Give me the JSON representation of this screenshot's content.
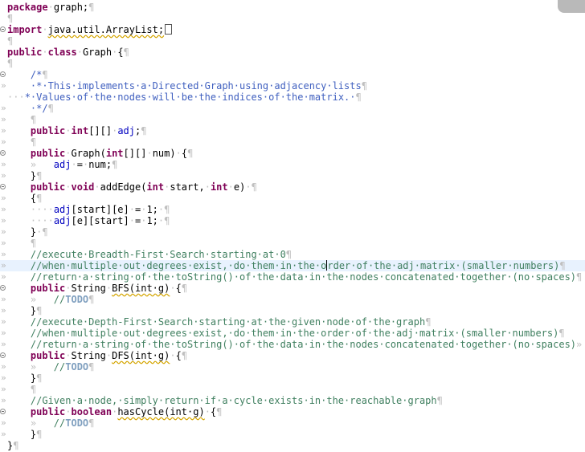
{
  "editor": {
    "lines": [
      {
        "fold": false,
        "mark": "",
        "segs": [
          {
            "s": "k",
            "t": "package"
          },
          {
            "s": "ws",
            "t": "·"
          },
          {
            "s": "",
            "t": "graph;"
          },
          {
            "s": "ws",
            "t": "¶"
          }
        ]
      },
      {
        "fold": false,
        "mark": "",
        "segs": [
          {
            "s": "ws",
            "t": "¶"
          }
        ]
      },
      {
        "fold": true,
        "mark": "",
        "segs": [
          {
            "s": "k",
            "t": "import"
          },
          {
            "s": "ws",
            "t": "·"
          },
          {
            "s": "uline",
            "t": "java.util.ArrayList;"
          },
          {
            "s": "box",
            "t": ""
          }
        ]
      },
      {
        "fold": false,
        "mark": "",
        "segs": [
          {
            "s": "ws",
            "t": "¶"
          }
        ]
      },
      {
        "fold": false,
        "mark": "",
        "segs": [
          {
            "s": "k",
            "t": "public"
          },
          {
            "s": "ws",
            "t": "·"
          },
          {
            "s": "k",
            "t": "class"
          },
          {
            "s": "ws",
            "t": "·"
          },
          {
            "s": "",
            "t": "Graph"
          },
          {
            "s": "ws",
            "t": "·"
          },
          {
            "s": "",
            "t": "{"
          },
          {
            "s": "ws",
            "t": "¶"
          }
        ]
      },
      {
        "fold": false,
        "mark": "",
        "segs": [
          {
            "s": "ws",
            "t": "¶"
          }
        ]
      },
      {
        "fold": true,
        "mark": "»",
        "segs": [
          {
            "s": "",
            "t": "    "
          },
          {
            "s": "c",
            "t": "/*"
          },
          {
            "s": "ws",
            "t": "¶"
          }
        ]
      },
      {
        "fold": false,
        "mark": "»",
        "segs": [
          {
            "s": "",
            "t": "    "
          },
          {
            "s": "c",
            "t": "·*·This·implements·a·Directed·Graph·using·adjacency·lists"
          },
          {
            "s": "ws",
            "t": "¶"
          }
        ]
      },
      {
        "fold": false,
        "mark": "",
        "segs": [
          {
            "s": "ws",
            "t": "···"
          },
          {
            "s": "c",
            "t": "*·Values·of·the·nodes·will·be·the·indices·of·the·matrix.·"
          },
          {
            "s": "ws",
            "t": "¶"
          }
        ]
      },
      {
        "fold": false,
        "mark": "»",
        "segs": [
          {
            "s": "",
            "t": "    "
          },
          {
            "s": "c",
            "t": "·*/"
          },
          {
            "s": "ws",
            "t": "¶"
          }
        ]
      },
      {
        "fold": false,
        "mark": "»",
        "segs": [
          {
            "s": "",
            "t": "    "
          },
          {
            "s": "ws",
            "t": "¶"
          }
        ]
      },
      {
        "fold": false,
        "mark": "»",
        "segs": [
          {
            "s": "",
            "t": "    "
          },
          {
            "s": "k",
            "t": "public"
          },
          {
            "s": "ws",
            "t": "·"
          },
          {
            "s": "k",
            "t": "int"
          },
          {
            "s": "",
            "t": "[][]"
          },
          {
            "s": "ws",
            "t": "·"
          },
          {
            "s": "v",
            "t": "adj"
          },
          {
            "s": "",
            "t": ";"
          },
          {
            "s": "ws",
            "t": "¶"
          }
        ]
      },
      {
        "fold": false,
        "mark": "»",
        "segs": [
          {
            "s": "",
            "t": "    "
          },
          {
            "s": "ws",
            "t": "¶"
          }
        ]
      },
      {
        "fold": true,
        "mark": "»",
        "segs": [
          {
            "s": "",
            "t": "    "
          },
          {
            "s": "k",
            "t": "public"
          },
          {
            "s": "ws",
            "t": "·"
          },
          {
            "s": "",
            "t": "Graph("
          },
          {
            "s": "k",
            "t": "int"
          },
          {
            "s": "",
            "t": "[][]"
          },
          {
            "s": "ws",
            "t": "·"
          },
          {
            "s": "",
            "t": "num)"
          },
          {
            "s": "ws",
            "t": "·"
          },
          {
            "s": "",
            "t": "{"
          },
          {
            "s": "ws",
            "t": "¶"
          }
        ]
      },
      {
        "fold": false,
        "mark": "»",
        "segs": [
          {
            "s": "ws",
            "t": "    »   "
          },
          {
            "s": "v",
            "t": "adj"
          },
          {
            "s": "ws",
            "t": "·"
          },
          {
            "s": "",
            "t": "="
          },
          {
            "s": "ws",
            "t": "·"
          },
          {
            "s": "",
            "t": "num;"
          },
          {
            "s": "ws",
            "t": "¶"
          }
        ]
      },
      {
        "fold": false,
        "mark": "»",
        "segs": [
          {
            "s": "",
            "t": "    }"
          },
          {
            "s": "ws",
            "t": "¶"
          }
        ]
      },
      {
        "fold": true,
        "mark": "»",
        "segs": [
          {
            "s": "",
            "t": "    "
          },
          {
            "s": "k",
            "t": "public"
          },
          {
            "s": "ws",
            "t": "·"
          },
          {
            "s": "k",
            "t": "void"
          },
          {
            "s": "ws",
            "t": "·"
          },
          {
            "s": "",
            "t": "addEdge("
          },
          {
            "s": "k",
            "t": "int"
          },
          {
            "s": "ws",
            "t": "·"
          },
          {
            "s": "",
            "t": "start,"
          },
          {
            "s": "ws",
            "t": "·"
          },
          {
            "s": "k",
            "t": "int"
          },
          {
            "s": "ws",
            "t": "·"
          },
          {
            "s": "",
            "t": "e)"
          },
          {
            "s": "ws",
            "t": "·"
          },
          {
            "s": "ws",
            "t": "¶"
          }
        ]
      },
      {
        "fold": false,
        "mark": "»",
        "segs": [
          {
            "s": "",
            "t": "    {"
          },
          {
            "s": "ws",
            "t": "¶"
          }
        ]
      },
      {
        "fold": false,
        "mark": "»",
        "segs": [
          {
            "s": "",
            "t": "    "
          },
          {
            "s": "ws",
            "t": "····"
          },
          {
            "s": "v",
            "t": "adj"
          },
          {
            "s": "",
            "t": "[start][e]"
          },
          {
            "s": "ws",
            "t": "·"
          },
          {
            "s": "",
            "t": "="
          },
          {
            "s": "ws",
            "t": "·"
          },
          {
            "s": "",
            "t": "1;"
          },
          {
            "s": "ws",
            "t": "·¶"
          }
        ]
      },
      {
        "fold": false,
        "mark": "»",
        "segs": [
          {
            "s": "",
            "t": "    "
          },
          {
            "s": "ws",
            "t": "····"
          },
          {
            "s": "v",
            "t": "adj"
          },
          {
            "s": "",
            "t": "[e][start]"
          },
          {
            "s": "ws",
            "t": "·"
          },
          {
            "s": "",
            "t": "="
          },
          {
            "s": "ws",
            "t": "·"
          },
          {
            "s": "",
            "t": "1;"
          },
          {
            "s": "ws",
            "t": "·¶"
          }
        ]
      },
      {
        "fold": false,
        "mark": "»",
        "segs": [
          {
            "s": "",
            "t": "    }"
          },
          {
            "s": "ws",
            "t": "·¶"
          }
        ]
      },
      {
        "fold": false,
        "mark": "»",
        "segs": [
          {
            "s": "",
            "t": "    "
          },
          {
            "s": "ws",
            "t": "¶"
          }
        ]
      },
      {
        "fold": false,
        "mark": "»",
        "segs": [
          {
            "s": "",
            "t": "    "
          },
          {
            "s": "c2",
            "t": "//execute·Breadth-First·Search·starting·at·0"
          },
          {
            "s": "ws",
            "t": "¶"
          }
        ]
      },
      {
        "fold": false,
        "mark": "»",
        "current": true,
        "segs": [
          {
            "s": "",
            "t": "    "
          },
          {
            "s": "c2",
            "t": "//when·multiple·out·degrees·exist,·do·them·in·the·o"
          },
          {
            "s": "cursor",
            "t": ""
          },
          {
            "s": "c2",
            "t": "rder·of·the·adj·matrix·(smaller·numbers)"
          },
          {
            "s": "ws",
            "t": "¶"
          }
        ]
      },
      {
        "fold": false,
        "mark": "»",
        "segs": [
          {
            "s": "",
            "t": "    "
          },
          {
            "s": "c2",
            "t": "//return·a·string·of·the·toString()·of·the·data·in·the·nodes·concatenated·together·(no·spaces)"
          },
          {
            "s": "ws",
            "t": "¶"
          }
        ]
      },
      {
        "fold": true,
        "mark": "»",
        "segs": [
          {
            "s": "",
            "t": "    "
          },
          {
            "s": "k",
            "t": "public"
          },
          {
            "s": "ws",
            "t": "·"
          },
          {
            "s": "",
            "t": "String"
          },
          {
            "s": "ws",
            "t": "·"
          },
          {
            "s": "uline",
            "t": "BFS(int·g)"
          },
          {
            "s": "ws",
            "t": "·"
          },
          {
            "s": "",
            "t": "{"
          },
          {
            "s": "ws",
            "t": "¶"
          }
        ]
      },
      {
        "fold": false,
        "mark": "»",
        "segs": [
          {
            "s": "ws",
            "t": "    »   "
          },
          {
            "s": "c2",
            "t": "//"
          },
          {
            "s": "t",
            "t": "TODO"
          },
          {
            "s": "ws",
            "t": "¶"
          }
        ]
      },
      {
        "fold": false,
        "mark": "»",
        "segs": [
          {
            "s": "",
            "t": "    }"
          },
          {
            "s": "ws",
            "t": "¶"
          }
        ]
      },
      {
        "fold": false,
        "mark": "»",
        "segs": [
          {
            "s": "",
            "t": "    "
          },
          {
            "s": "c2",
            "t": "//execute·Depth-First·Search·starting·at·the·given·node·of·the·graph"
          },
          {
            "s": "ws",
            "t": "¶"
          }
        ]
      },
      {
        "fold": false,
        "mark": "»",
        "segs": [
          {
            "s": "",
            "t": "    "
          },
          {
            "s": "c2",
            "t": "//when·multiple·out·degrees·exist,·do·them·in·the·order·of·the·adj·matrix·(smaller·numbers)"
          },
          {
            "s": "ws",
            "t": "¶"
          }
        ]
      },
      {
        "fold": false,
        "mark": "»",
        "segs": [
          {
            "s": "",
            "t": "    "
          },
          {
            "s": "c2",
            "t": "//return·a·string·of·the·toString()·of·the·data·in·the·nodes·concatenated·together·(no·spaces)"
          },
          {
            "s": "ws",
            "t": "»"
          }
        ]
      },
      {
        "fold": true,
        "mark": "»",
        "segs": [
          {
            "s": "",
            "t": "    "
          },
          {
            "s": "k",
            "t": "public"
          },
          {
            "s": "ws",
            "t": "·"
          },
          {
            "s": "",
            "t": "String"
          },
          {
            "s": "ws",
            "t": "·"
          },
          {
            "s": "uline",
            "t": "DFS(int·g)"
          },
          {
            "s": "ws",
            "t": "·"
          },
          {
            "s": "",
            "t": "{"
          },
          {
            "s": "ws",
            "t": "¶"
          }
        ]
      },
      {
        "fold": false,
        "mark": "»",
        "segs": [
          {
            "s": "ws",
            "t": "    »   "
          },
          {
            "s": "c2",
            "t": "//"
          },
          {
            "s": "t",
            "t": "TODO"
          },
          {
            "s": "ws",
            "t": "¶"
          }
        ]
      },
      {
        "fold": false,
        "mark": "»",
        "segs": [
          {
            "s": "",
            "t": "    }"
          },
          {
            "s": "ws",
            "t": "¶"
          }
        ]
      },
      {
        "fold": false,
        "mark": "»",
        "segs": [
          {
            "s": "",
            "t": "    "
          },
          {
            "s": "ws",
            "t": "¶"
          }
        ]
      },
      {
        "fold": false,
        "mark": "»",
        "segs": [
          {
            "s": "",
            "t": "    "
          },
          {
            "s": "c2",
            "t": "//Given·a·node,·simply·return·if·a·cycle·exists·in·the·reachable·graph"
          },
          {
            "s": "ws",
            "t": "¶"
          }
        ]
      },
      {
        "fold": true,
        "mark": "»",
        "segs": [
          {
            "s": "",
            "t": "    "
          },
          {
            "s": "k",
            "t": "public"
          },
          {
            "s": "ws",
            "t": "·"
          },
          {
            "s": "k",
            "t": "boolean"
          },
          {
            "s": "ws",
            "t": "·"
          },
          {
            "s": "uline",
            "t": "hasCycle(int·g)"
          },
          {
            "s": "ws",
            "t": "·"
          },
          {
            "s": "",
            "t": "{"
          },
          {
            "s": "ws",
            "t": "¶"
          }
        ]
      },
      {
        "fold": false,
        "mark": "»",
        "segs": [
          {
            "s": "ws",
            "t": "    »   "
          },
          {
            "s": "c2",
            "t": "//"
          },
          {
            "s": "t",
            "t": "TODO"
          },
          {
            "s": "ws",
            "t": "¶"
          }
        ]
      },
      {
        "fold": false,
        "mark": "»",
        "segs": [
          {
            "s": "",
            "t": "    }"
          },
          {
            "s": "ws",
            "t": "¶"
          }
        ]
      },
      {
        "fold": false,
        "mark": "",
        "segs": [
          {
            "s": "",
            "t": "}"
          },
          {
            "s": "ws",
            "t": "¶"
          }
        ]
      }
    ]
  }
}
